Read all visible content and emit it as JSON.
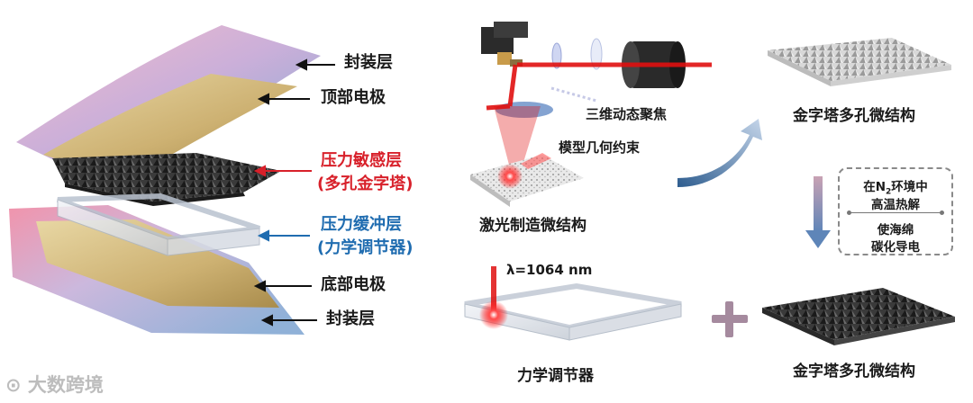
{
  "left": {
    "encapsulation_top": "封装层",
    "top_electrode": "顶部电极",
    "sensing_layer_line1": "压力敏感层",
    "sensing_layer_line2": "(多孔金字塔)",
    "buffer_layer_line1": "压力缓冲层",
    "buffer_layer_line2": "(力学调节器)",
    "bottom_electrode": "底部电极",
    "encapsulation_bottom": "封装层"
  },
  "right": {
    "laser_fabrication": "激光制造微结构",
    "dynamic_focus": "三维动态聚焦",
    "geometry_constraint": "模型几何约束",
    "pyramid_top": "金字塔多孔微结构",
    "pyramid_bottom": "金字塔多孔微结构",
    "wavelength": "λ=1064 nm",
    "regulator": "力学调节器",
    "process_box": {
      "line1_pre": "在N",
      "line1_sub": "2",
      "line1_post": "环境中",
      "line2": "高温热解",
      "line3": "使海绵",
      "line4": "碳化导电"
    }
  },
  "watermark": "大数跨境",
  "colors": {
    "red_label": "#d8202a",
    "blue_label": "#1f6cb0",
    "laser": "#e01010",
    "arrow_blue": "#3f72a8"
  }
}
